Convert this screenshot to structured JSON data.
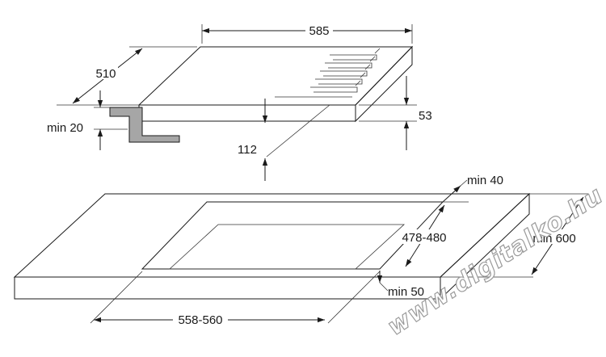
{
  "hob_dimensions": {
    "width": "585",
    "depth": "510",
    "height": "53",
    "clearance": "112",
    "worktop_thickness": "min 20"
  },
  "cutout_dimensions": {
    "edge_distance": "min 40",
    "cutout_depth": "478-480",
    "worktop_depth": "min 600",
    "front_distance": "min 50",
    "cutout_width": "558-560"
  },
  "watermark": "www.digitalko.hu",
  "colors": {
    "line": "#1a1a1a",
    "bracket_fill": "#a6a6a6",
    "watermark_stroke": "#9a9a9a"
  }
}
